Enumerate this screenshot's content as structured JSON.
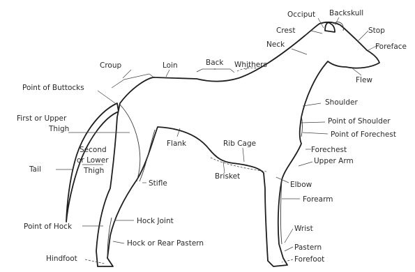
{
  "diagram": {
    "labels": {
      "occiput": "Occiput",
      "backskull": "Backskull",
      "crest": "Crest",
      "stop": "Stop",
      "foreface": "Foreface",
      "neck": "Neck",
      "flew": "Flew",
      "croup": "Croup",
      "loin": "Loin",
      "back": "Back",
      "whithers": "Whithers",
      "point_of_buttocks": "Point of Buttocks",
      "shoulder": "Shoulder",
      "first_thigh_1": "First or Upper",
      "first_thigh_2": "Thigh",
      "point_of_shoulder": "Point of Shoulder",
      "point_of_forechest": "Point of Forechest",
      "flank": "Flank",
      "rib_cage": "Rib Cage",
      "second_thigh_1": "Second",
      "second_thigh_2": "or Lower",
      "second_thigh_3": "Thigh",
      "forechest": "Forechest",
      "upper_arm": "Upper Arm",
      "tail": "Tail",
      "brisket": "Brisket",
      "stifle": "Stifle",
      "elbow": "Elbow",
      "forearm": "Forearm",
      "hock_joint": "Hock Joint",
      "point_of_hock": "Point of Hock",
      "wrist": "Wrist",
      "hock_rear_pastern": "Hock or Rear Pastern",
      "pastern": "Pastern",
      "hindfoot": "Hindfoot",
      "forefoot": "Forefoot"
    }
  }
}
